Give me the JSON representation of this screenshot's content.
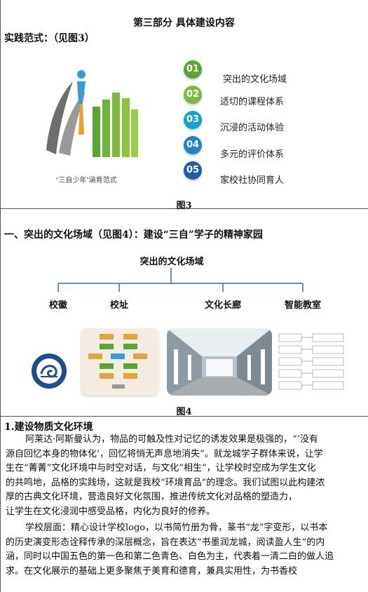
{
  "page_title": "第三部分 具体建设内容",
  "section_practice": "实践范式：（见图3）",
  "fig3": {
    "logo_caption": "“三自少年”涵育范式",
    "items": [
      {
        "num": "01",
        "label": "突出的文化场域",
        "color": "#5aa634"
      },
      {
        "num": "02",
        "label": "适切的课程体系",
        "color": "#7dbb3e"
      },
      {
        "num": "03",
        "label": "沉浸的活动体验",
        "color": "#1aa1c9"
      },
      {
        "num": "04",
        "label": "多元的评价体系",
        "color": "#1c86c4"
      },
      {
        "num": "05",
        "label": "家校社协同育人",
        "color": "#1e5fa8"
      }
    ],
    "caption": "图3"
  },
  "section_one": "一、突出的文化场域（见图4）：建设“三自”学子的精神家园",
  "fig4": {
    "root": "突出的文化场域",
    "branches": [
      "校徽",
      "校址",
      "文化长廊",
      "智能教室"
    ],
    "caption": "图4"
  },
  "subsection_1": "1.建设物质文化环境",
  "para1": [
    "阿莱达·阿斯曼认为，物品的可触及性对记忆的诱发效果是极强的，“‘没有",
    "源自回忆本身的物体化’，回忆将悄无声息地消失”。就龙城学子群体来说，让学",
    "生在“菁菁”文化环境中与时空对话，与文化“相生”，让学校时空成为学生文化",
    "的共鸣地，品格的实践场，这就是我校“环境育品”的理念。我们试图以此构建浓",
    "厚的古典文化环境，营造良好文化氛围，推进传统文化对品格的塑造力，",
    "让学生在文化浸润中感受品格，内化为良好的修养。"
  ],
  "para2": [
    "学校层面：精心设计学校logo，以书简竹册为骨，篆书“龙”字变形，以书本",
    "的历史演变形态诠释传承的深层概念，旨在表达“书墨润龙城，阅读盈人生”的内",
    "涵，同时以中国五色的第一色和第二色青色、白色为主，代表着一清二白的做人追",
    "求。在文化展示的基础上更多聚焦于美育和德育，兼具实用性，为书香校"
  ]
}
